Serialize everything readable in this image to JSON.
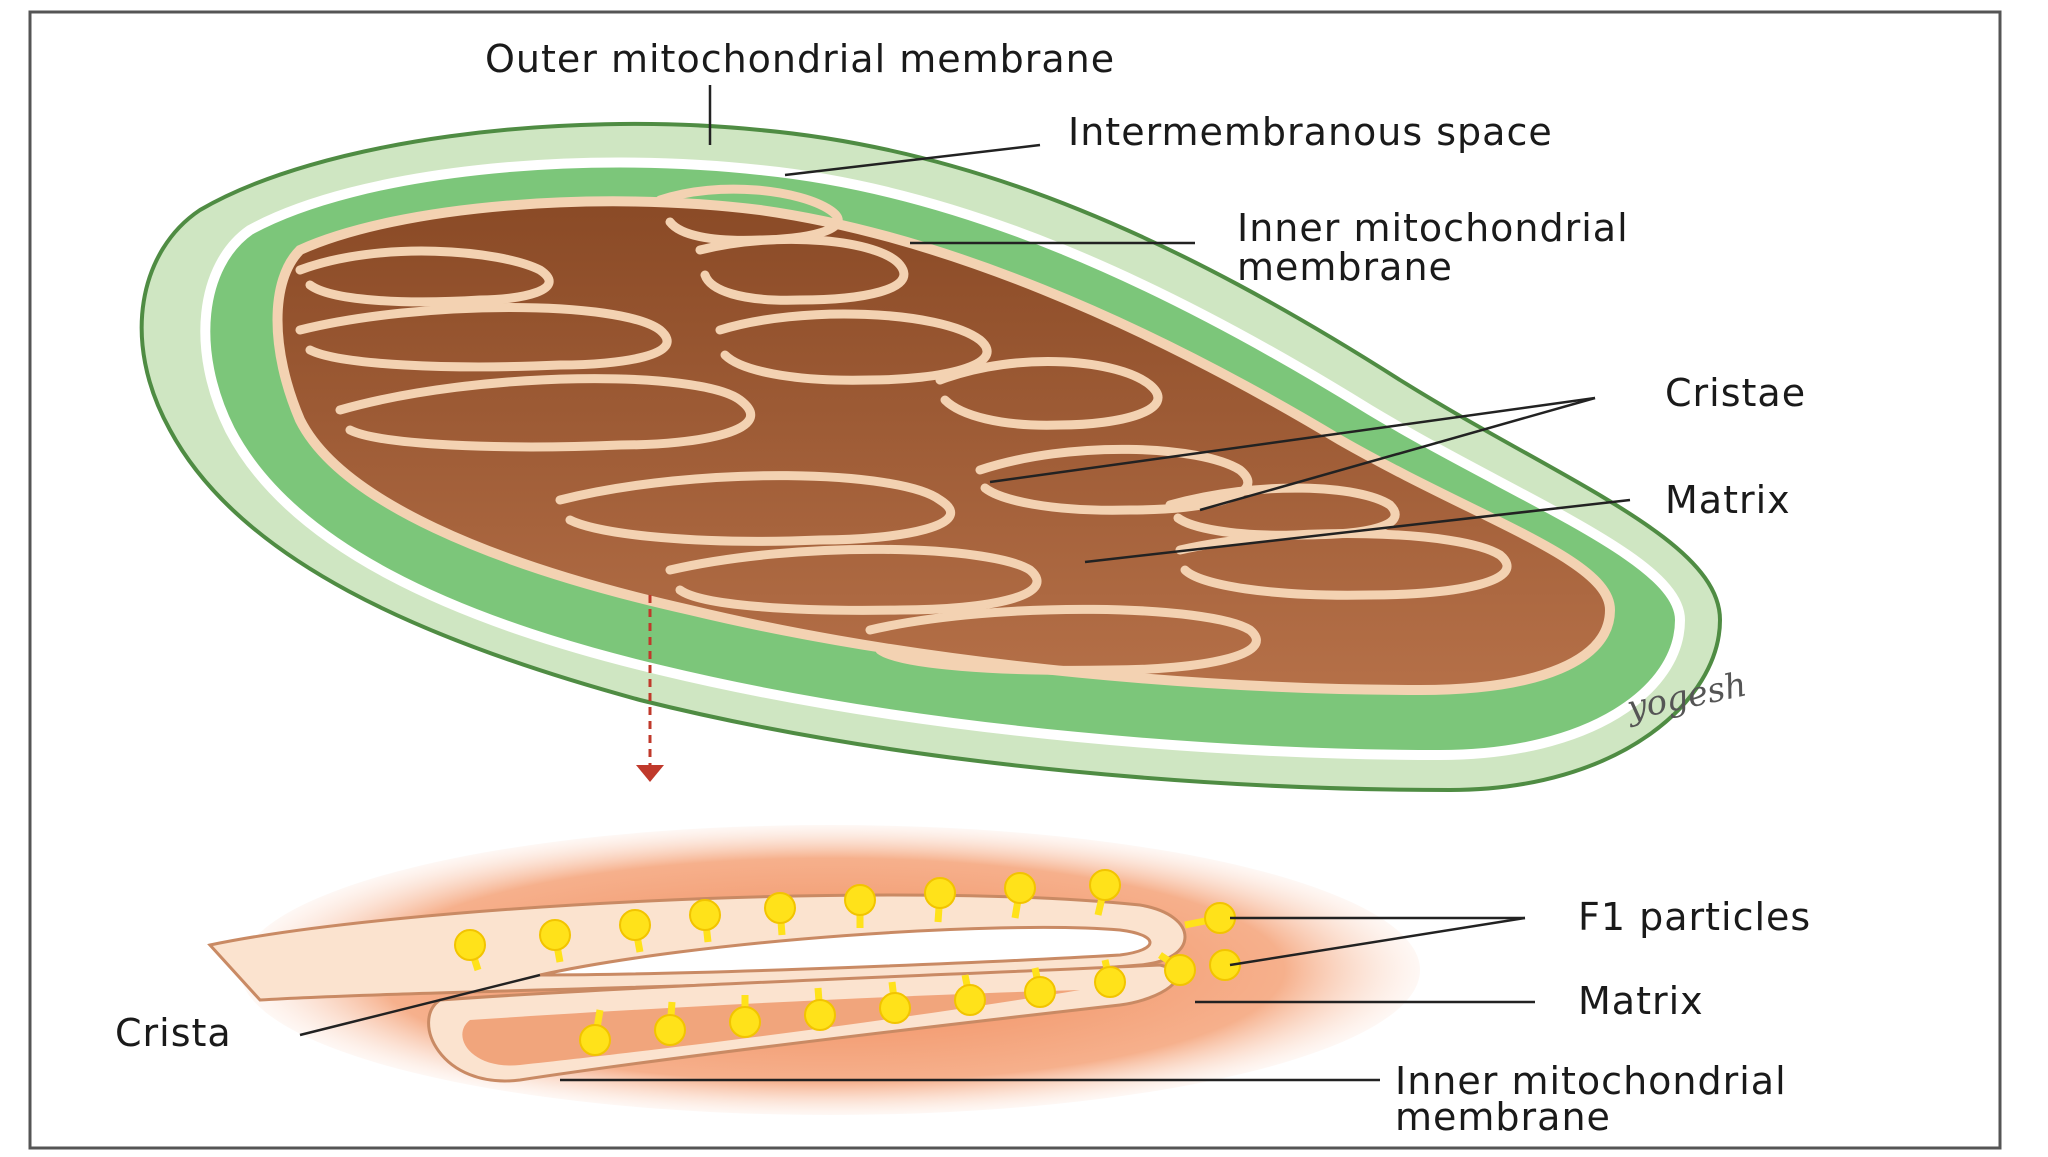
{
  "labels": {
    "outer_membrane": "Outer mitochondrial membrane",
    "intermembranous_space": "Intermembranous space",
    "inner_membrane_top_line1": "Inner mitochondrial",
    "inner_membrane_top_line2": "membrane",
    "cristae": "Cristae",
    "matrix_top": "Matrix",
    "f1_particles": "F1 particles",
    "matrix_bottom": "Matrix",
    "crista": "Crista",
    "inner_membrane_bottom_line1": "Inner mitochondrial",
    "inner_membrane_bottom_line2": "membrane"
  },
  "signature": "yogesh",
  "colors": {
    "outer_membrane": "#cfe6c2",
    "intermembrane": "#7cc67a",
    "matrix": "#9a5a34",
    "inner_membrane": "#f3d2b2",
    "f1_particle": "#ffe21a",
    "crista_fill": "#f0a47a",
    "arrow": "#c0392b"
  }
}
